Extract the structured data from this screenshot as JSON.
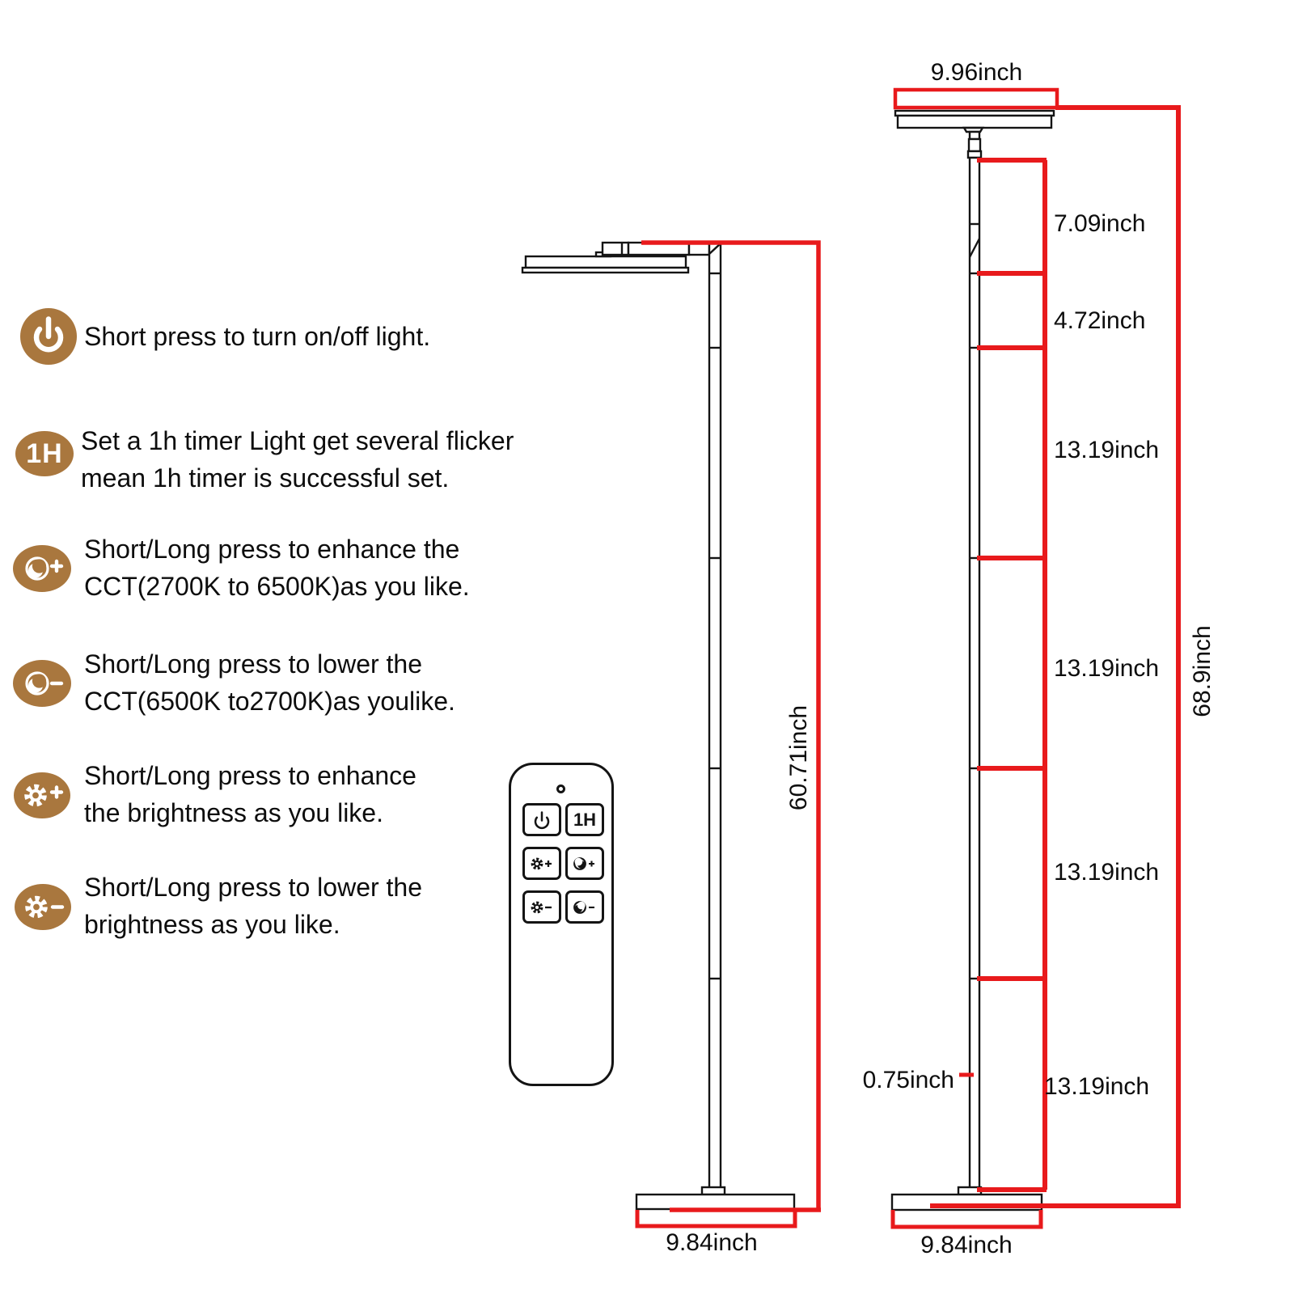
{
  "colors": {
    "icon_brown": "#a9773e",
    "dimension_red": "#e81a1c",
    "line_black": "#141414"
  },
  "instructions": [
    {
      "icon": "power",
      "lines": [
        "Short press to turn on/off light."
      ]
    },
    {
      "icon": "timer-1h",
      "icon_label": "1H",
      "lines": [
        "Set a 1h timer Light get several flicker",
        "mean 1h timer is successful set."
      ]
    },
    {
      "icon": "cct-up",
      "lines": [
        "Short/Long press to enhance the",
        "CCT(2700K to 6500K)as you like."
      ]
    },
    {
      "icon": "cct-down",
      "lines": [
        "Short/Long press to lower the",
        "CCT(6500K to2700K)as youlike."
      ]
    },
    {
      "icon": "brightness-up",
      "lines": [
        "Short/Long press to enhance",
        "the brightness as you like."
      ]
    },
    {
      "icon": "brightness-down",
      "lines": [
        "Short/Long press to lower the",
        "brightness as you like."
      ]
    }
  ],
  "remote": {
    "timer_button_label": "1H"
  },
  "dimensions": {
    "side_view": {
      "height": "60.71inch",
      "base_width": "9.84inch"
    },
    "front_view": {
      "head_width": "9.96inch",
      "segments": [
        "7.09inch",
        "4.72inch",
        "13.19inch",
        "13.19inch",
        "13.19inch",
        "13.19inch"
      ],
      "total_height": "68.9inch",
      "pole_detail": "0.75inch",
      "base_width": "9.84inch"
    }
  }
}
